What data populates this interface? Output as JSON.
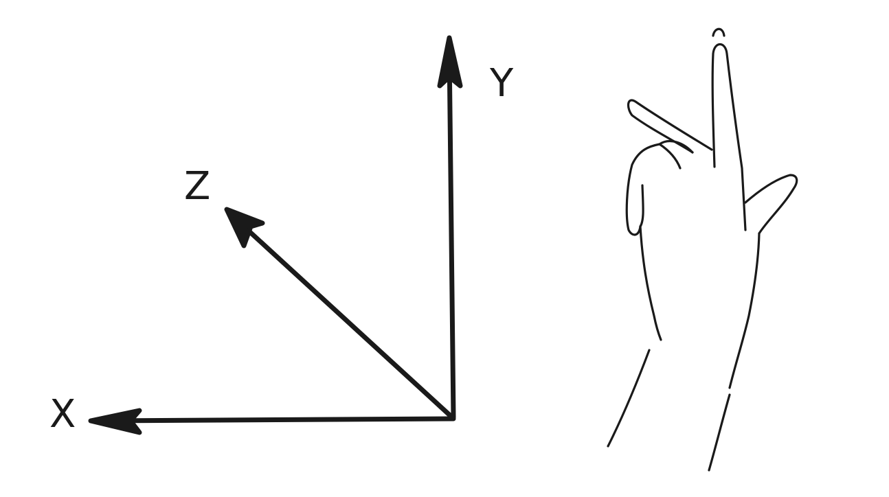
{
  "axes": {
    "x_label": "X",
    "y_label": "Y",
    "z_label": "Z"
  },
  "colors": {
    "ink": "#1a1a1a",
    "background": "#ffffff"
  },
  "icons": {
    "hand": "hand-sketch-icon"
  }
}
